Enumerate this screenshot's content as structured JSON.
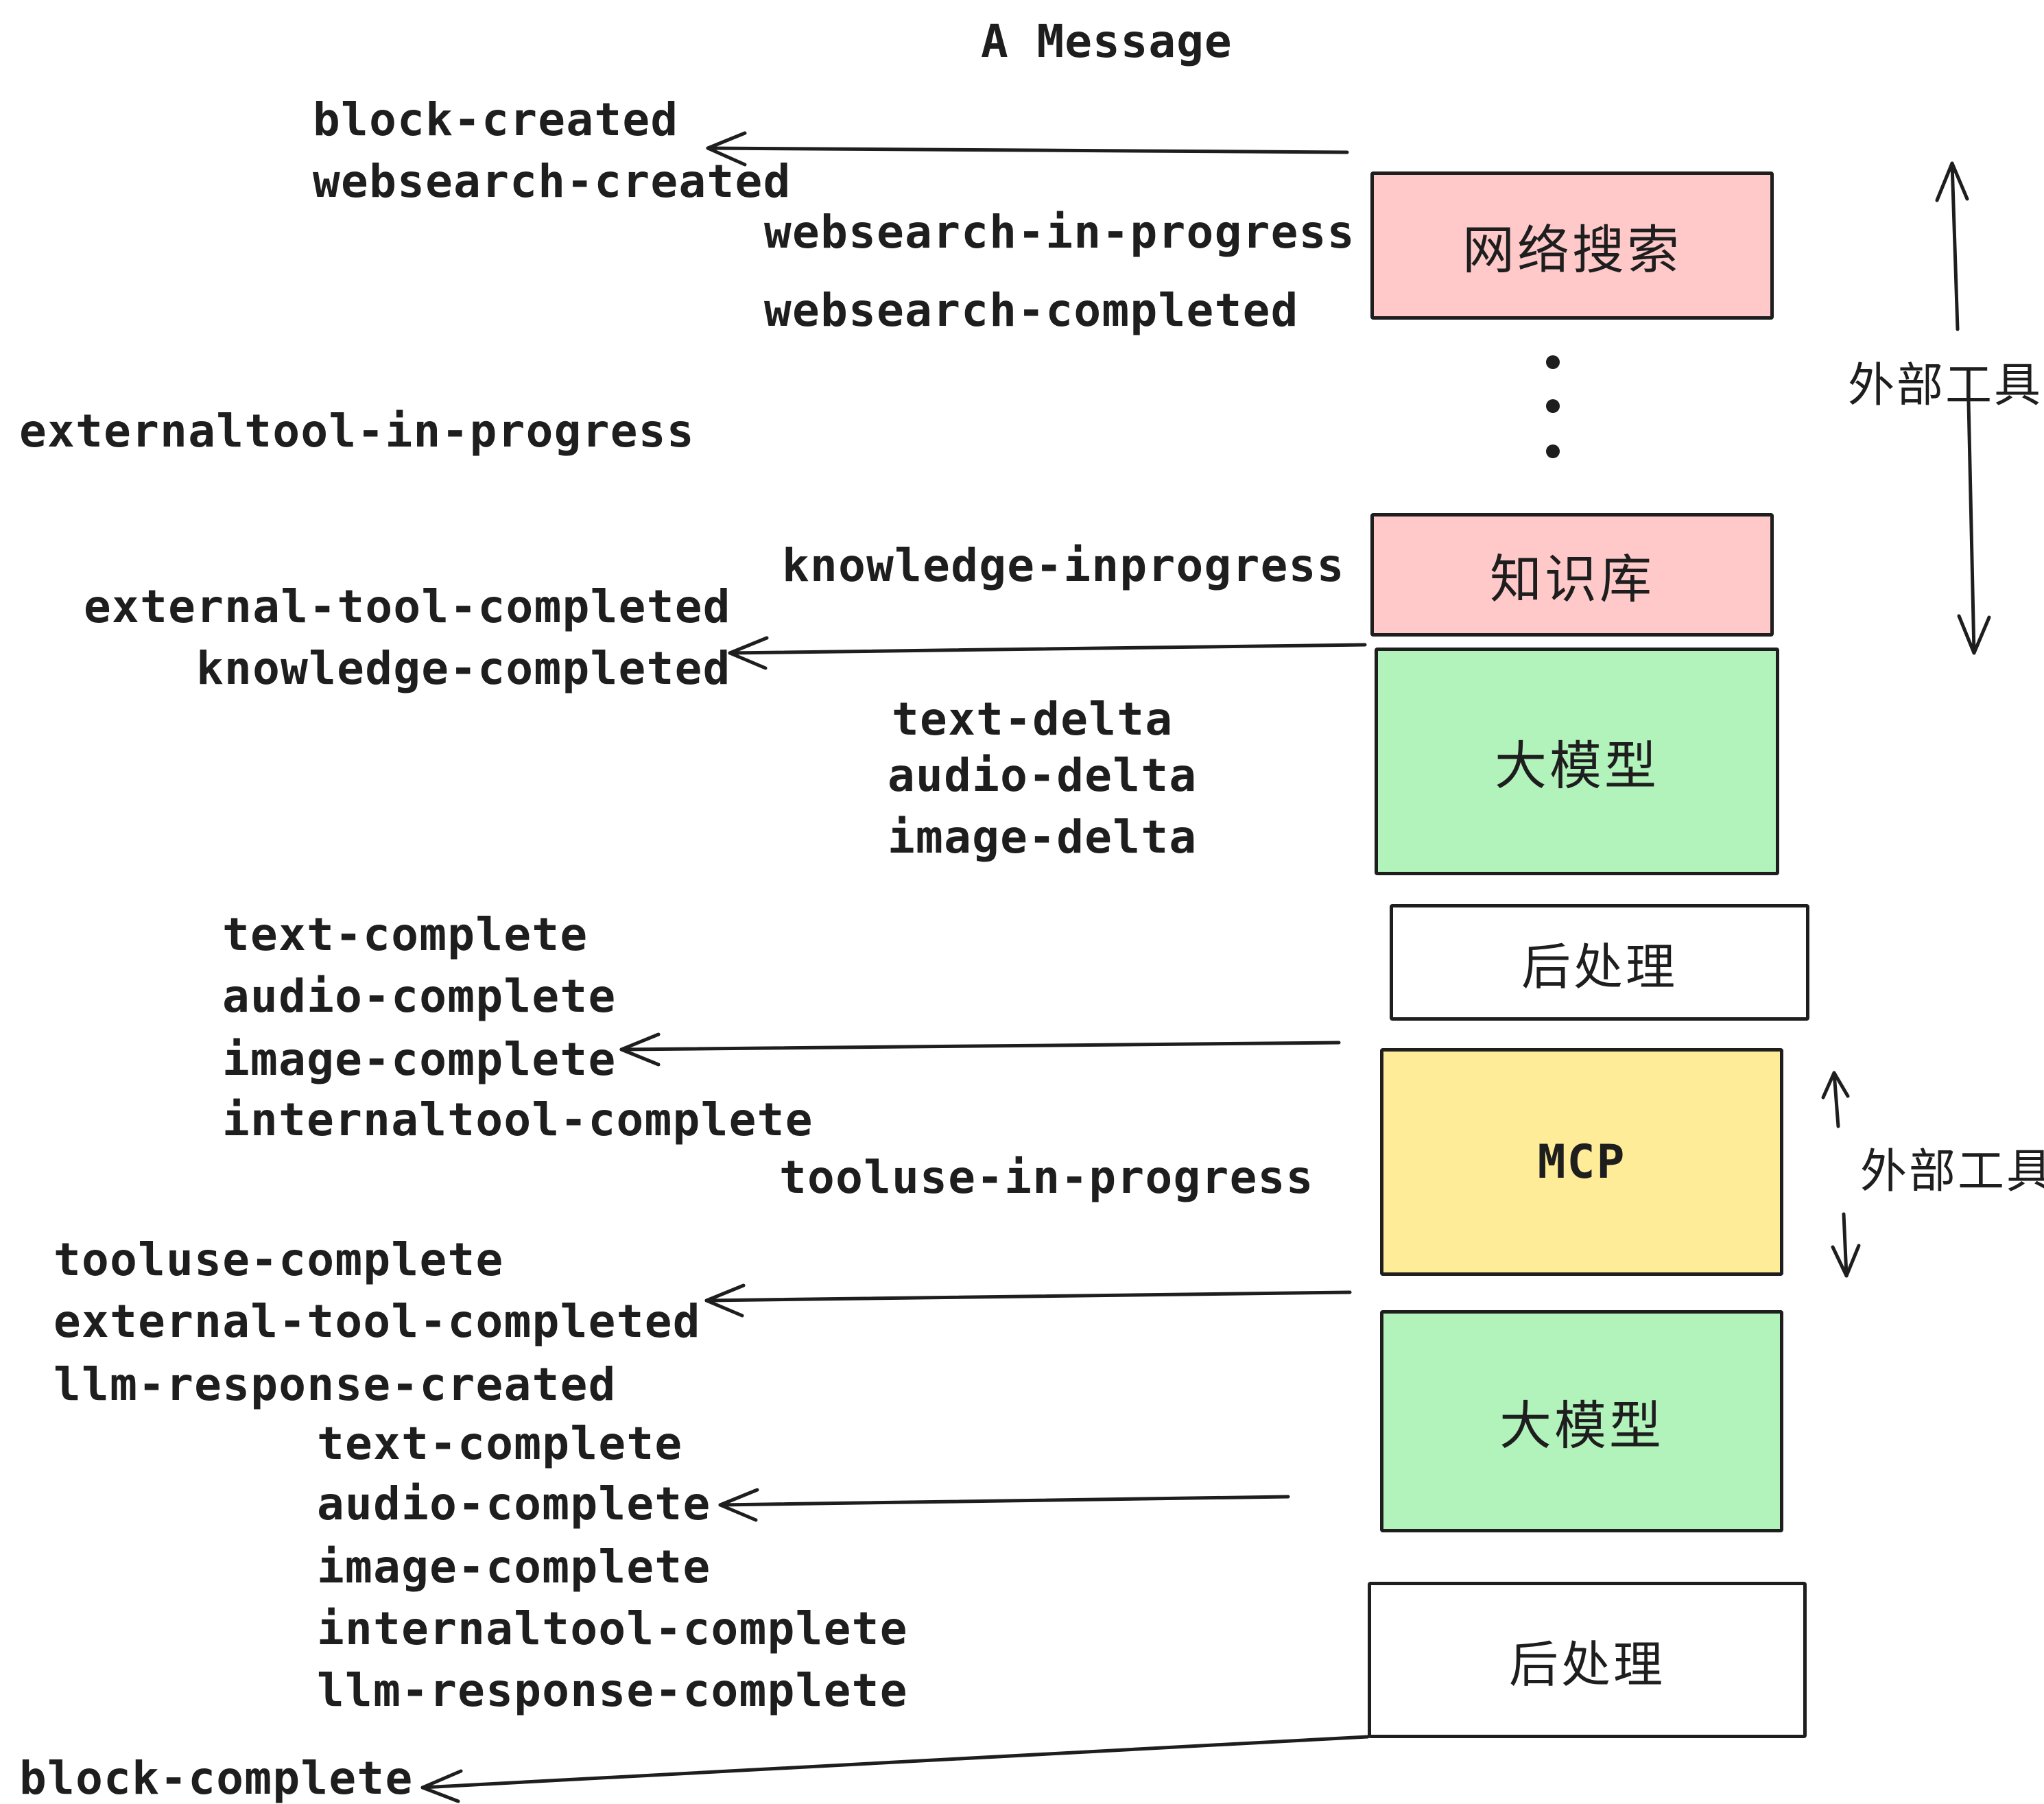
{
  "title": "A Message",
  "palette": {
    "stroke": "#1e1e1e",
    "pink": "#ffc9c9",
    "green": "#b2f2bb",
    "yellow": "#ffec99",
    "white": "#ffffff",
    "background": "#ffffff"
  },
  "boxes": [
    {
      "label": "网络搜索",
      "color": "#ffc9c9"
    },
    {
      "label": "知识库",
      "color": "#ffc9c9"
    },
    {
      "label": "大模型",
      "color": "#b2f2bb"
    },
    {
      "label": "后处理",
      "color": "#ffffff"
    },
    {
      "label": "MCP",
      "color": "#ffec99"
    },
    {
      "label": "大模型",
      "color": "#b2f2bb"
    },
    {
      "label": "后处理",
      "color": "#ffffff"
    }
  ],
  "events": [
    "block-created",
    "websearch-created",
    "websearch-in-progress",
    "websearch-completed",
    "externaltool-in-progress",
    "knowledge-inprogress",
    "external-tool-completed",
    "knowledge-completed",
    "text-delta",
    "audio-delta",
    "image-delta",
    "text-complete",
    "audio-complete",
    "image-complete",
    "internaltool-complete",
    "tooluse-in-progress",
    "tooluse-complete",
    "external-tool-completed",
    "llm-response-created",
    "text-complete",
    "audio-complete",
    "image-complete",
    "internaltool-complete",
    "llm-response-complete",
    "block-complete"
  ],
  "side_labels": [
    "外部工具",
    "外部工具"
  ]
}
